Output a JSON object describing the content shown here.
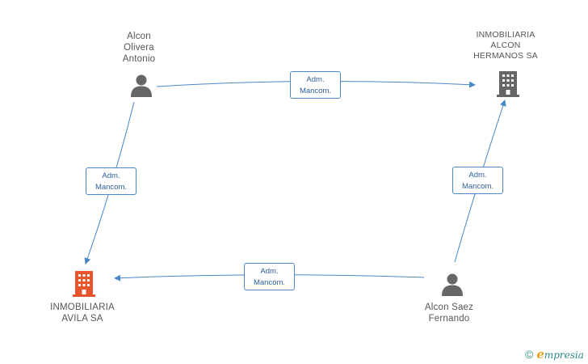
{
  "nodes": {
    "alcon_olivera": {
      "label": "Alcon\nOlivera\nAntonio",
      "type": "person",
      "color": "#666666"
    },
    "inmobiliaria_alcon": {
      "label": "INMOBILIARIA\nALCON\nHERMANOS SA",
      "type": "company",
      "color": "#666666"
    },
    "inmobiliaria_avila": {
      "label": "INMOBILIARIA\nAVILA SA",
      "type": "company",
      "color": "#e8542e"
    },
    "alcon_saez": {
      "label": "Alcon Saez\nFernando",
      "type": "person",
      "color": "#666666"
    }
  },
  "edges": {
    "olivera_to_alcon": {
      "label": "Adm.\nMancom."
    },
    "olivera_to_avila": {
      "label": "Adm.\nMancom."
    },
    "saez_to_alcon": {
      "label": "Adm.\nMancom."
    },
    "saez_to_avila": {
      "label": "Adm.\nMancom."
    }
  },
  "colors": {
    "edge": "#4a86c8",
    "accent": "#2c8c83"
  },
  "footer": {
    "copyright": "©",
    "brand_initial": "e",
    "brand_rest": "mpresia"
  }
}
